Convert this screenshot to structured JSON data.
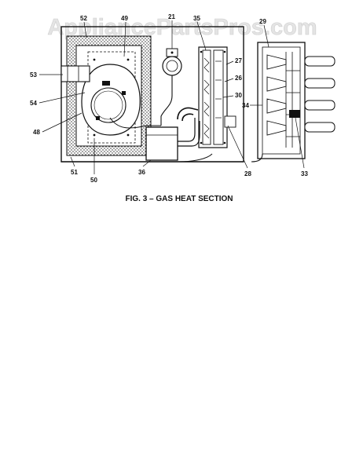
{
  "watermark": "AppliancePartsPros.com",
  "caption": "FIG. 3 – GAS HEAT SECTION",
  "callouts": {
    "c52": "52",
    "c49": "49",
    "c21": "21",
    "c35": "35",
    "c27": "27",
    "c26": "26",
    "c30": "30",
    "c29": "29",
    "c34": "34",
    "c53": "53",
    "c54": "54",
    "c48": "48",
    "c51": "51",
    "c50": "50",
    "c36": "36",
    "c28": "28",
    "c33": "33"
  }
}
